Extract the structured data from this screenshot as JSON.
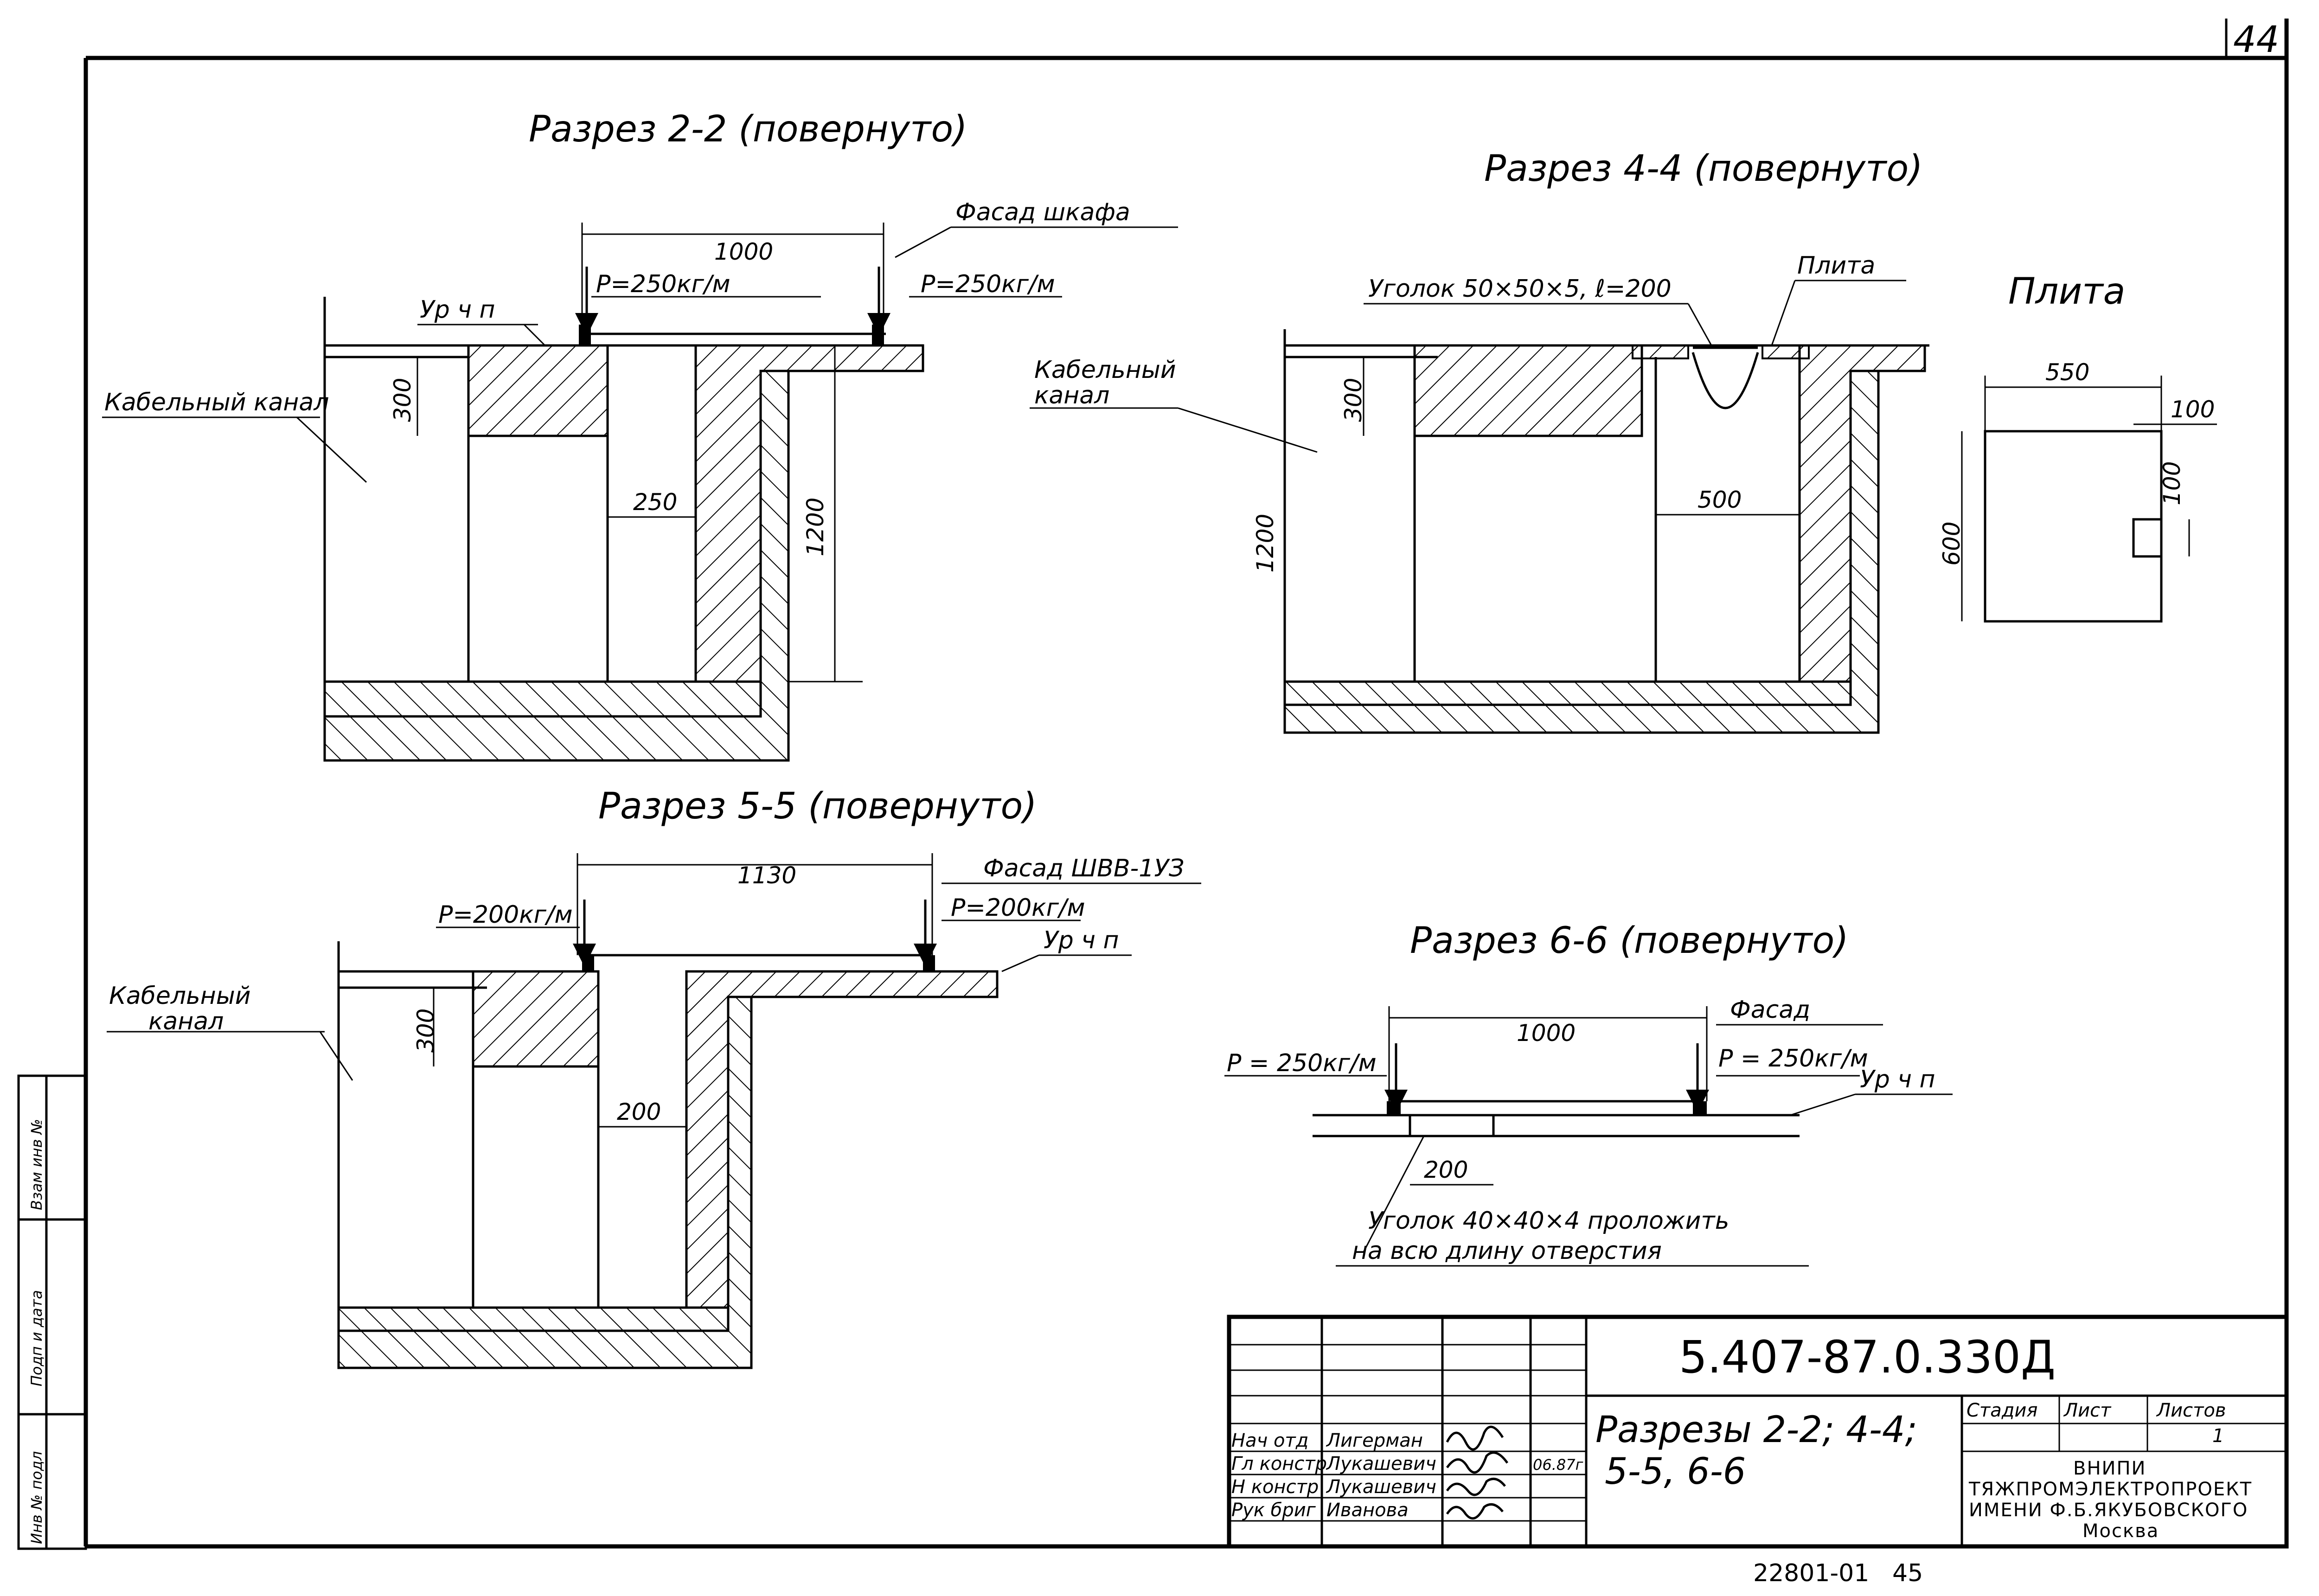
{
  "sheet": {
    "number": "44"
  },
  "section_2_2": {
    "title": "Разрез 2-2 (повернуто)",
    "facade": "Фасад шкафа",
    "dim_width": "1000",
    "load_left": "P=250кг/м",
    "load_right": "P=250кг/м",
    "floor_level": "Ур ч п",
    "channel": "Кабельный канал",
    "dim_300": "300",
    "dim_250": "250",
    "dim_1200": "1200"
  },
  "section_4_4": {
    "title": "Разрез 4-4 (повернуто)",
    "angle_note": "Уголок 50×50×5, ℓ=200",
    "plate": "Плита",
    "channel_line1": "Кабельный",
    "channel_line2": "канал",
    "dim_300": "300",
    "dim_1200": "1200",
    "dim_500": "500"
  },
  "plate_detail": {
    "title": "Плита",
    "dim_550": "550",
    "dim_100_top": "100",
    "dim_100_side": "100",
    "dim_600": "600"
  },
  "section_5_5": {
    "title": "Разрез 5-5 (повернуто)",
    "dim_width": "1130",
    "facade": "Фасад ШВВ-1УЗ",
    "load_left": "P=200кг/м",
    "load_right": "P=200кг/м",
    "floor_level": "Ур ч п",
    "channel_line1": "Кабельный",
    "channel_line2": "канал",
    "dim_300": "300",
    "dim_200": "200"
  },
  "section_6_6": {
    "title": "Разрез 6-6 (повернуто)",
    "facade": "Фасад",
    "dim_width": "1000",
    "load_left": "P = 250кг/м",
    "load_right": "P = 250кг/м",
    "floor_level": "Ур ч п",
    "dim_200": "200",
    "note_line1": "Уголок 40×40×4 проложить",
    "note_line2": "на всю длину отверстия"
  },
  "side_stamp": {
    "field1": "Взам инв №",
    "field2": "Подп и дата",
    "field3": "Инв № подл"
  },
  "title_block": {
    "code": "5.407-87.0.330Д",
    "description_line1": "Разрезы 2-2; 4-4;",
    "description_line2": "5-5, 6-6",
    "col_stage": "Стадия",
    "col_sheet": "Лист",
    "col_sheets": "Листов",
    "sheets_count": "1",
    "org_line1": "ВНИПИ",
    "org_line2": "ТЯЖПРОМЭЛЕКТРОПРОЕКТ",
    "org_line3": "ИМЕНИ Ф.Б.ЯКУБОВСКОГО",
    "org_line4": "Москва",
    "people": [
      {
        "role": "Нач отд",
        "name": "Лигерман",
        "date": ""
      },
      {
        "role": "Гл констр",
        "name": "Лукашевич",
        "date": "06.87г"
      },
      {
        "role": "Н констр",
        "name": "Лукашевич",
        "date": ""
      },
      {
        "role": "Рук бриг",
        "name": "Иванова",
        "date": ""
      }
    ]
  },
  "footer": {
    "inventory": "22801-01",
    "page": "45"
  }
}
